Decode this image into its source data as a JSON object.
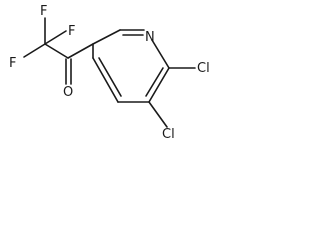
{
  "molecule": {
    "atoms": {
      "f_top": "F",
      "f_left": "F",
      "f_right": "F",
      "o": "O",
      "n": "N",
      "cl_upper": "Cl",
      "cl_lower": "Cl"
    }
  }
}
